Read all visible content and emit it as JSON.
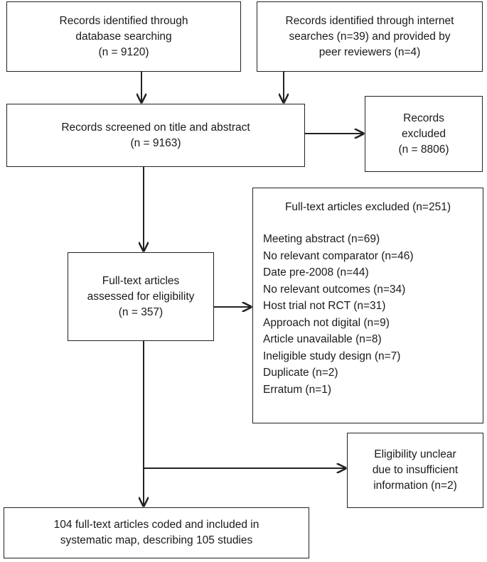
{
  "boxes": {
    "database": {
      "lines": [
        "Records identified through",
        "database searching",
        "(n = 9120)"
      ]
    },
    "internet": {
      "lines": [
        "Records identified through internet",
        "searches (n=39) and provided by",
        "peer reviewers  (n=4)"
      ]
    },
    "screened": {
      "lines": [
        "Records screened on title and abstract",
        "(n =  9163)"
      ]
    },
    "excluded": {
      "lines": [
        "Records",
        "excluded",
        "(n =  8806)"
      ]
    },
    "fulltext_excluded": {
      "title": "Full-text articles excluded (n=251)",
      "items": [
        "Meeting abstract (n=69)",
        "No relevant comparator (n=46)",
        "Date pre-2008 (n=44)",
        "No relevant outcomes (n=34)",
        "Host trial not RCT (n=31)",
        "Approach not digital (n=9)",
        "Article unavailable (n=8)",
        "Ineligible study design (n=7)",
        "Duplicate (n=2)",
        "Erratum (n=1)"
      ]
    },
    "fulltext_assessed": {
      "lines": [
        "Full-text articles",
        "assessed for eligibility",
        "(n = 357)"
      ]
    },
    "unclear": {
      "lines": [
        "Eligibility unclear",
        "due to insufficient",
        "information (n=2)"
      ]
    },
    "included": {
      "lines": [
        "104 full-text articles coded and included in",
        "systematic map, describing 105 studies"
      ]
    }
  }
}
